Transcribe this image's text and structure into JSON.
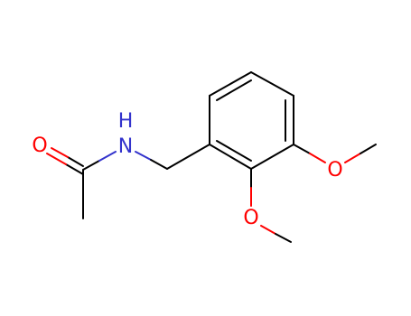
{
  "colors": {
    "carbon_bond": "#000000",
    "oxygen": "#ff0000",
    "nitrogen": "#3333cc",
    "background": "#ffffff"
  },
  "atoms": {
    "carbonyl_oxygen": "O",
    "amide_nitrogen": "N",
    "amide_hydrogen": "H",
    "methoxy_oxygen_3": "O",
    "methoxy_oxygen_2": "O"
  }
}
